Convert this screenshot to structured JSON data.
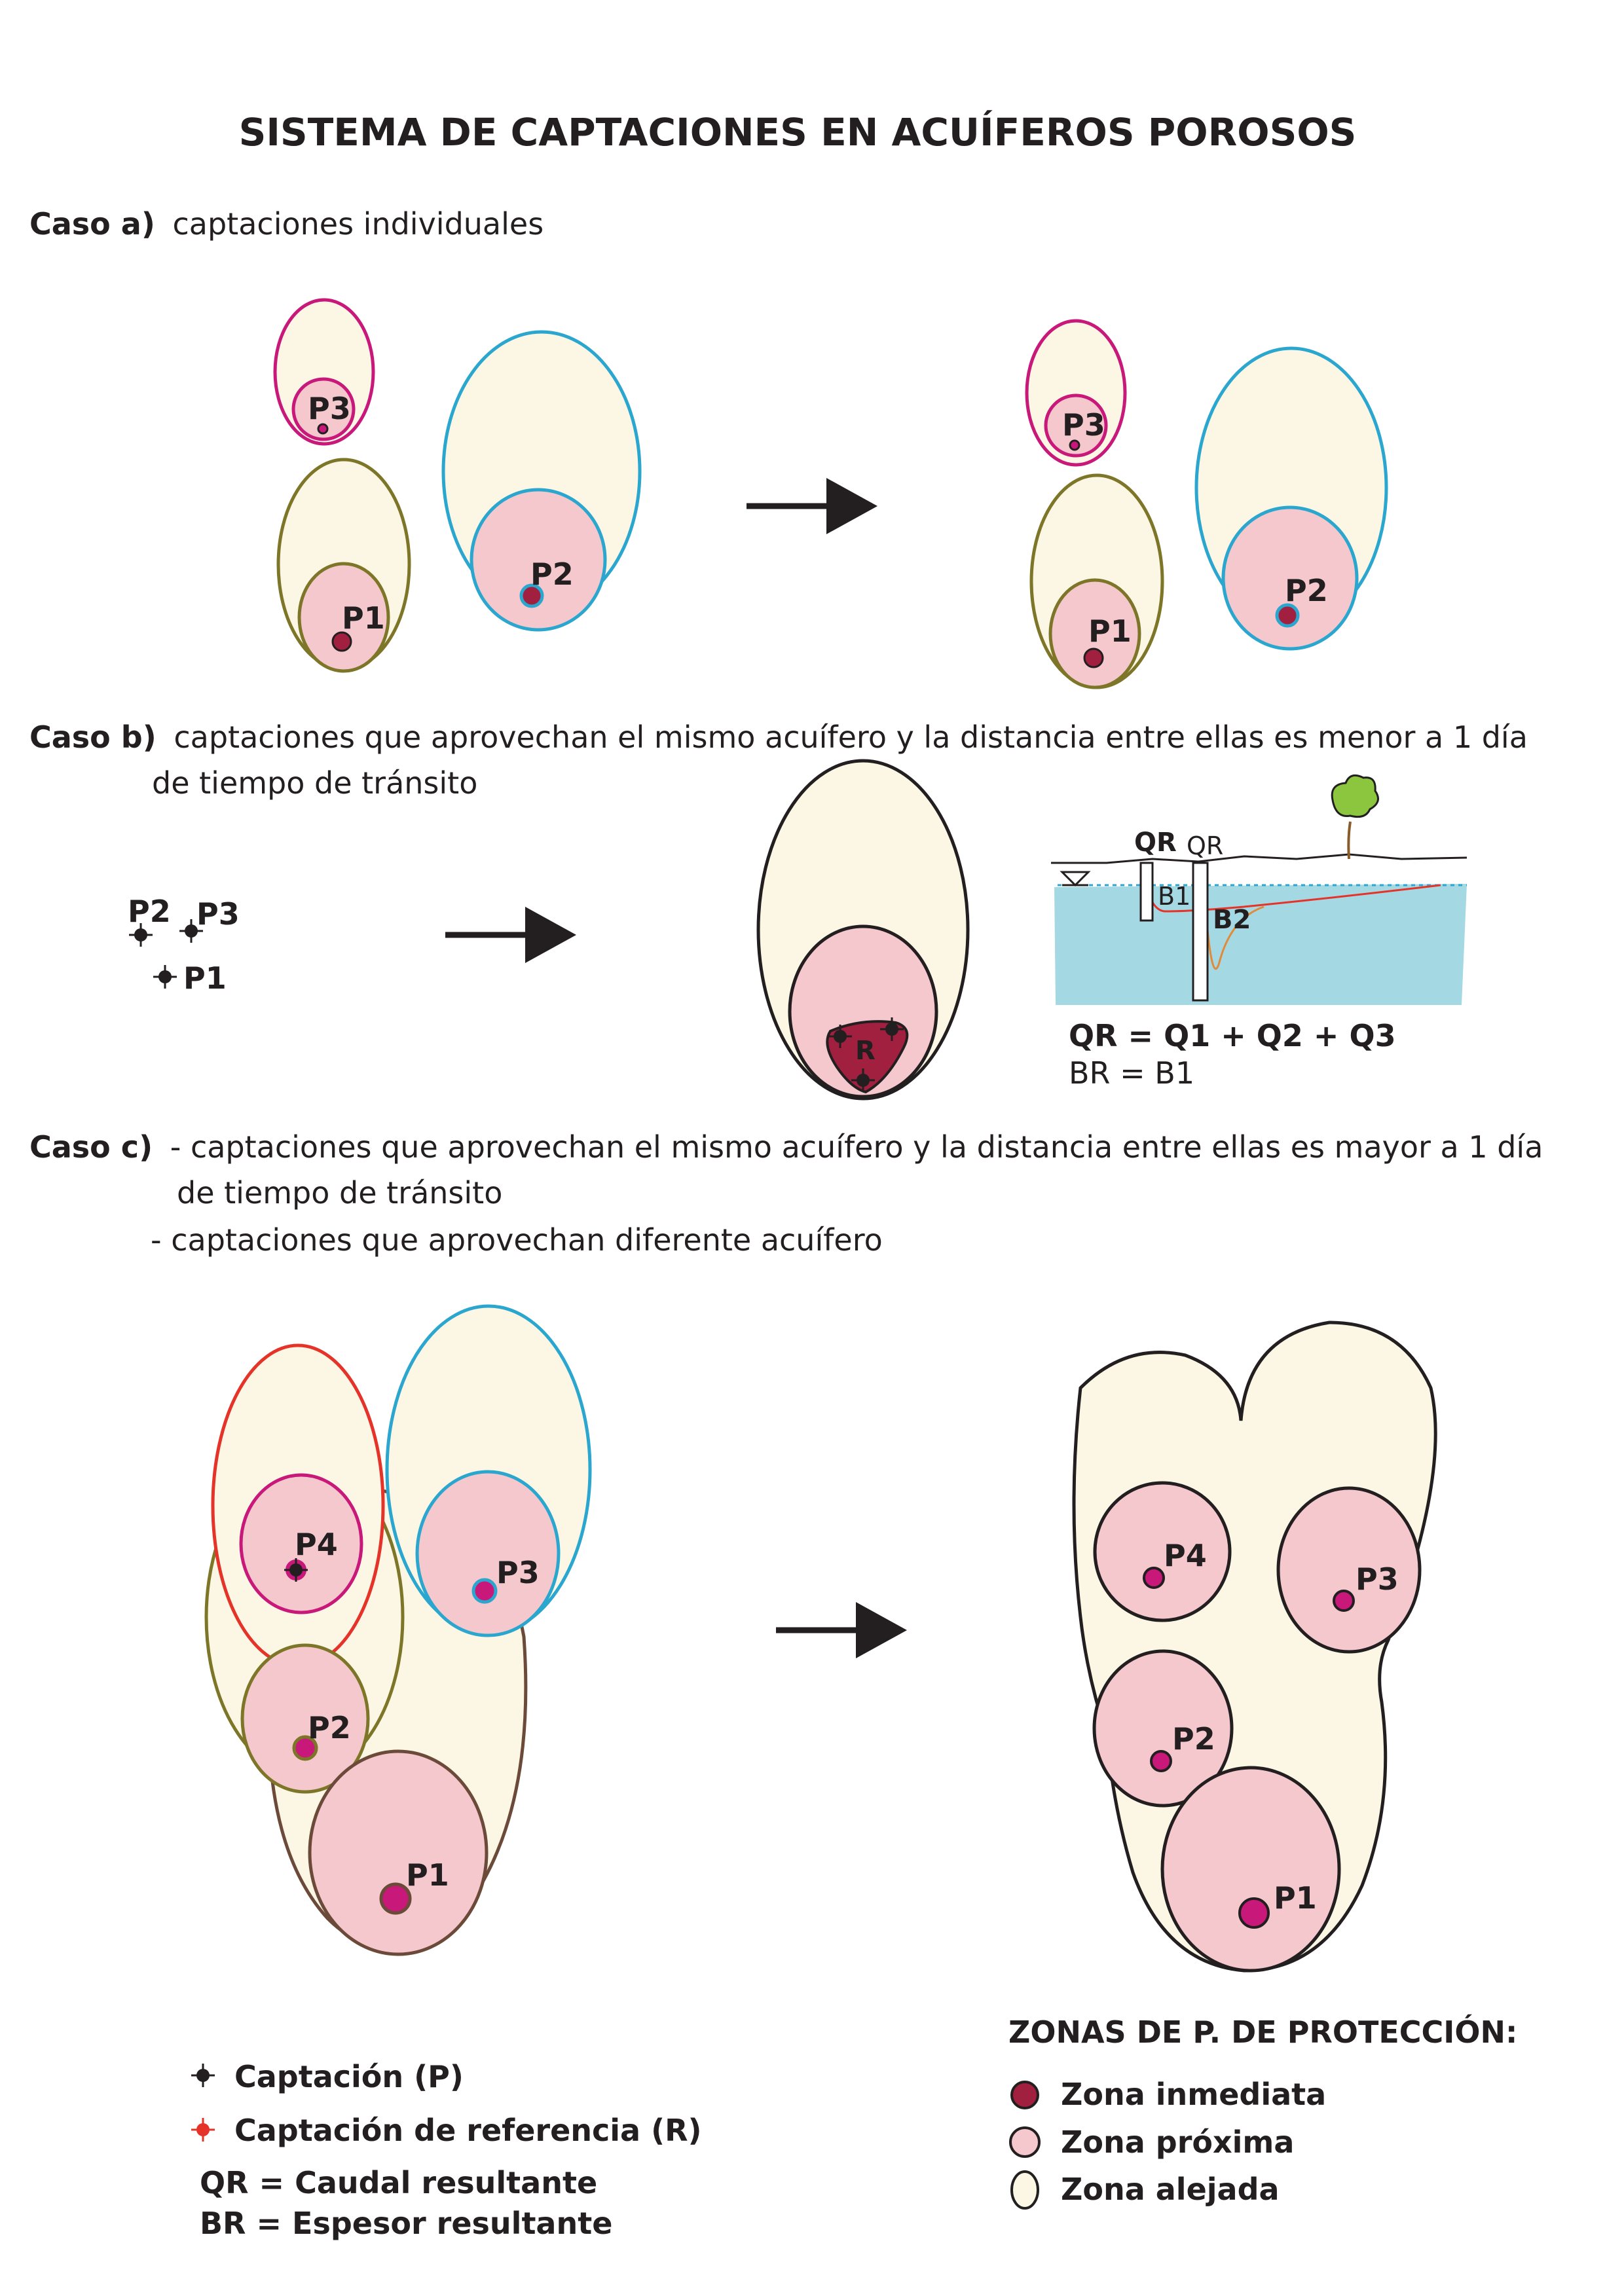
{
  "title": "SISTEMA DE CAPTACIONES EN ACUÍFEROS POROSOS",
  "case_a": {
    "label": "Caso a)",
    "text": "captaciones individuales",
    "wells": [
      "P3",
      "P2",
      "P1"
    ]
  },
  "case_b": {
    "label": "Caso b)",
    "line1": "captaciones que aprovechan el mismo acuífero y la distancia entre ellas es menor a 1 día",
    "line2": "de tiempo de tránsito",
    "wells": [
      "P2",
      "P3",
      "P1"
    ],
    "reference": "R",
    "section": {
      "qr_bold": "QR",
      "qr": "QR",
      "b1": "B1",
      "b2": "B2"
    },
    "formula1": "QR = Q1 + Q2 + Q3",
    "formula2": "BR = B1"
  },
  "case_c": {
    "label": "Caso c)",
    "line1": "- captaciones que aprovechan el mismo acuífero y la distancia entre ellas es mayor a 1 día",
    "line2": "de tiempo de tránsito",
    "line3": "- captaciones  que aprovechan diferente acuífero",
    "wells": [
      "P4",
      "P3",
      "P2",
      "P1"
    ]
  },
  "legend": {
    "captacion": "Captación (P)",
    "referencia": "Captación de referencia (R)",
    "qr": "QR =  Caudal resultante",
    "br": "BR =  Espesor resultante"
  },
  "zones": {
    "title": "ZONAS DE P. DE PROTECCIÓN:",
    "inmediata": "Zona inmediata",
    "proxima": "Zona próxima",
    "alejada": "Zona alejada"
  },
  "colors": {
    "far_zone": "#fbf7e4",
    "near_zone": "#f5c8cd",
    "immediate_zone": "#a11f3f",
    "outline_magenta": "#c8187a",
    "outline_cyan": "#2aa6cf",
    "outline_olive": "#7d7628",
    "outline_red": "#e5332a",
    "outline_brown": "#6b4a3a",
    "water": "#a4d8e3"
  },
  "icons": [
    "well-icon",
    "reference-well-icon",
    "tree-icon",
    "water-level-icon",
    "arrow-icon"
  ]
}
